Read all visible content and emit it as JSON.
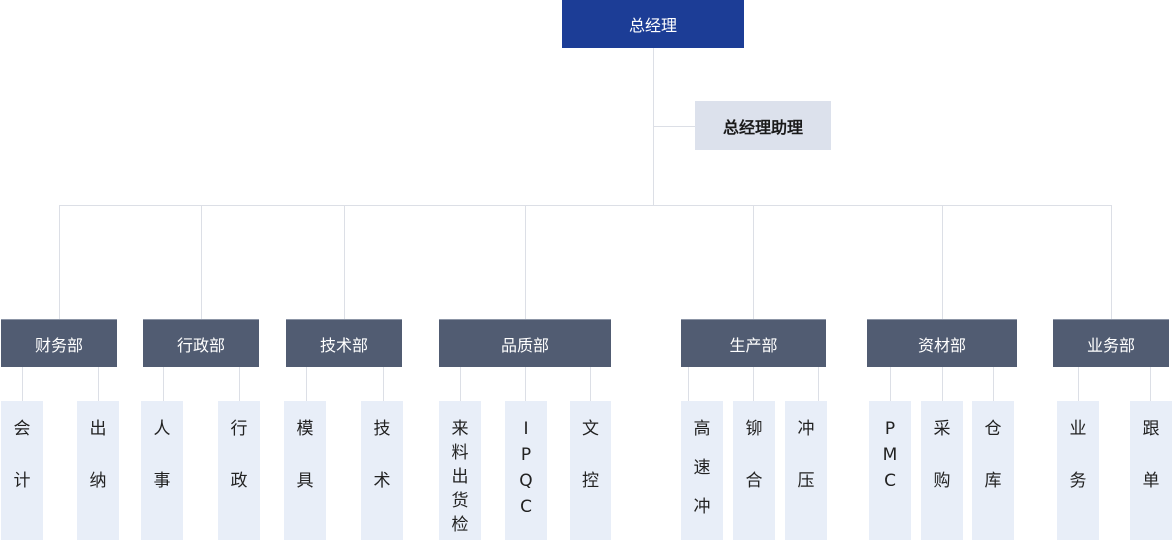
{
  "ceo": "总经理",
  "assistant": "总经理助理",
  "departments": [
    {
      "name": "财务部",
      "units": [
        "会计",
        "出纳"
      ]
    },
    {
      "name": "行政部",
      "units": [
        "人事",
        "行政"
      ]
    },
    {
      "name": "技术部",
      "units": [
        "模具",
        "技术"
      ]
    },
    {
      "name": "品质部",
      "units": [
        "来料出货检",
        "IPQC",
        "文控"
      ]
    },
    {
      "name": "生产部",
      "units": [
        "高速冲",
        "铆合",
        "冲压"
      ]
    },
    {
      "name": "资材部",
      "units": [
        "PMC",
        "采购",
        "仓库"
      ]
    },
    {
      "name": "业务部",
      "units": [
        "业务",
        "跟单"
      ]
    }
  ],
  "colors": {
    "ceo": "#1c3d96",
    "assistant": "#dce1ec",
    "department": "#515c72",
    "unit": "#e8eef8",
    "connector": "#dcdfe6"
  }
}
